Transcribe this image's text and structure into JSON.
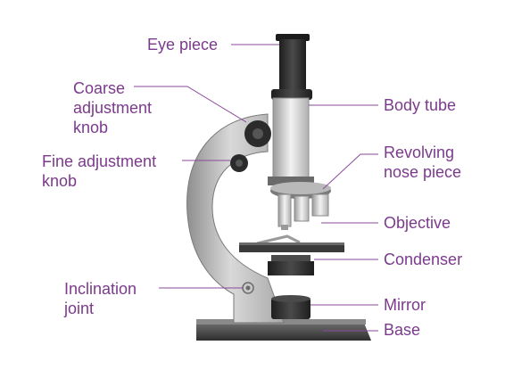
{
  "labels": {
    "eye_piece": "Eye piece",
    "coarse_adjustment_knob": [
      "Coarse",
      "adjustment",
      "knob"
    ],
    "fine_adjustment_knob": [
      "Fine adjustment",
      "knob"
    ],
    "inclination_joint": [
      "Inclination",
      "joint"
    ],
    "body_tube": "Body tube",
    "revolving_nose_piece": [
      "Revolving",
      "nose piece"
    ],
    "objective": "Objective",
    "condenser": "Condenser",
    "mirror": "Mirror",
    "base": "Base"
  },
  "colors": {
    "label_text": "#7b3a8c",
    "leader_line": "#8a4a9a",
    "metal_dark": "#3a3a3a",
    "metal_light": "#cfcfcf"
  }
}
